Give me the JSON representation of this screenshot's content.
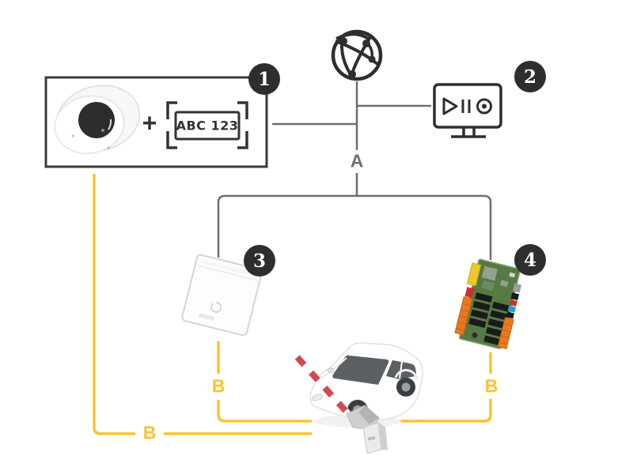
{
  "diagram": {
    "badges": [
      {
        "number": "1"
      },
      {
        "number": "2"
      },
      {
        "number": "3"
      },
      {
        "number": "4"
      }
    ],
    "connection_labels": {
      "network": "A",
      "wiring": "B"
    },
    "camera_unit": {
      "plus_sign": "+",
      "license_plate": "ABC 123"
    },
    "icons": {
      "globe": "network-globe-icon",
      "monitor": "video-monitor-icon",
      "camera": "dome-camera-icon",
      "plate": "license-plate-icon",
      "io_module": "io-relay-module-icon",
      "relay_board": "relay-circuit-board-icon",
      "vehicle": "car-icon",
      "barrier": "barrier-gate-icon"
    },
    "colors": {
      "wire_yellow": "#FBC32D",
      "line_gray": "#6F6F6F",
      "icon_dark": "#2E2E2E",
      "pcb_green": "#567A43",
      "connector_orange": "#E8791F",
      "stripe_red": "#CF4A52"
    }
  }
}
